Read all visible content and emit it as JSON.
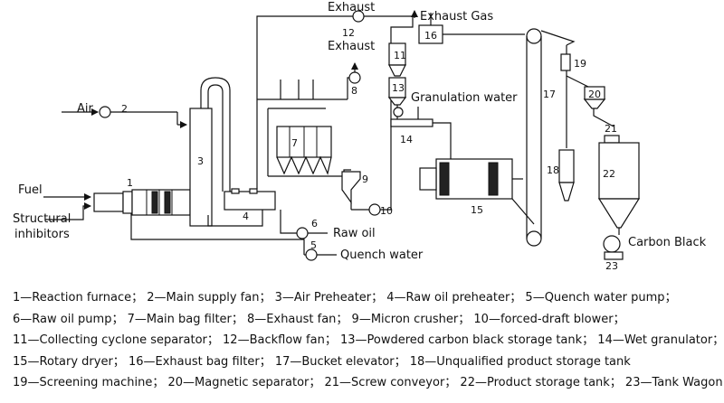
{
  "labels": {
    "air": "Air",
    "fuel": "Fuel",
    "structural_inhibitors_1": "Structural",
    "structural_inhibitors_2": "inhibitors",
    "exhaust_top": "Exhaust",
    "exhaust_mid": "Exhaust",
    "exhaust_gas": "Exhaust Gas",
    "granulation_water": "Granulation water",
    "raw_oil": "Raw oil",
    "quench_water": "Quench water",
    "carbon_black": "Carbon Black"
  },
  "numbers": {
    "n1": "1",
    "n2": "2",
    "n3": "3",
    "n4": "4",
    "n5": "5",
    "n6": "6",
    "n7": "7",
    "n8": "8",
    "n9": "9",
    "n10": "10",
    "n11": "11",
    "n12": "12",
    "n13": "13",
    "n14": "14",
    "n15": "15",
    "n16": "16",
    "n17": "17",
    "n18": "18",
    "n19": "19",
    "n20": "20",
    "n21": "21",
    "n22": "22",
    "n23": "23"
  },
  "legend": [
    "1—Reaction furnace；  2—Main supply fan；  3—Air Preheater；  4—Raw oil preheater；  5—Quench water pump；",
    "6—Raw oil pump；  7—Main bag filter；  8—Exhaust fan；  9—Micron crusher；  10—forced-draft blower；",
    "11—Collecting cyclone separator；  12—Backflow fan；  13—Powdered carbon black storage tank；  14—Wet granulator；",
    "15—Rotary dryer；  16—Exhaust bag filter；  17—Bucket elevator；  18—Unqualified product storage tank",
    "19—Screening machine；  20—Magnetic separator；  21—Screw conveyor；  22—Product storage tank；  23—Tank Wagon"
  ]
}
